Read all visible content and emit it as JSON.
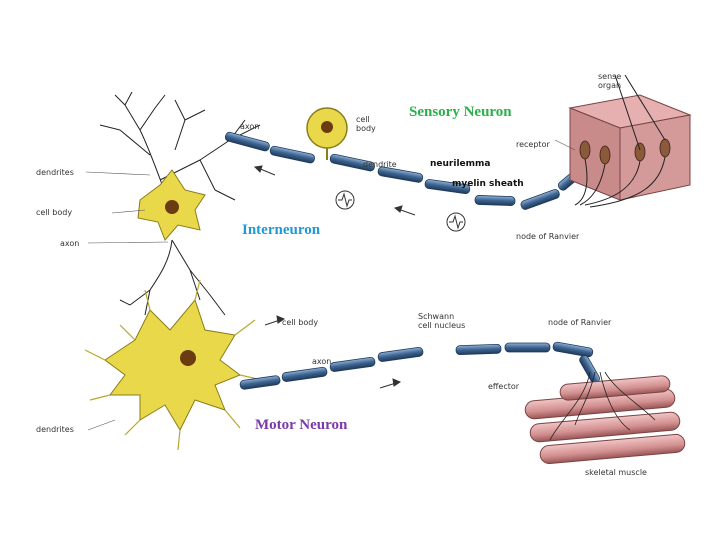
{
  "titles": {
    "sensory": "Sensory Neuron",
    "interneuron": "Interneuron",
    "motor": "Motor Neuron"
  },
  "labels": {
    "sense_organ": "sense organ",
    "receptor": "receptor",
    "axon_top": "axon",
    "cell_body_top": "cell body",
    "dendrite": "dendrite",
    "neurilemma": "neurilemma",
    "myelin_sheath": "myelin sheath",
    "node_of_ranvier_top": "node of Ranvier",
    "dendrites_top": "dendrites",
    "cell_body_left": "cell body",
    "axon_left": "axon",
    "cell_body_motor": "cell body",
    "axon_motor": "axon",
    "schwann_cell_nucleus": "Schwann cell nucleus",
    "node_of_ranvier_bottom": "node of Ranvier",
    "effector": "effector",
    "dendrites_bottom": "dendrites",
    "skeletal_muscle": "skeletal muscle"
  },
  "colors": {
    "sensory_title": "#2bb04a",
    "interneuron_title": "#1e9ad6",
    "motor_title": "#7a3aa8",
    "neuron_body": "#e8d84a",
    "axon_myelin": "#4a6f9a",
    "skin": "#c98a8a",
    "muscle": "#d9a0a0"
  }
}
